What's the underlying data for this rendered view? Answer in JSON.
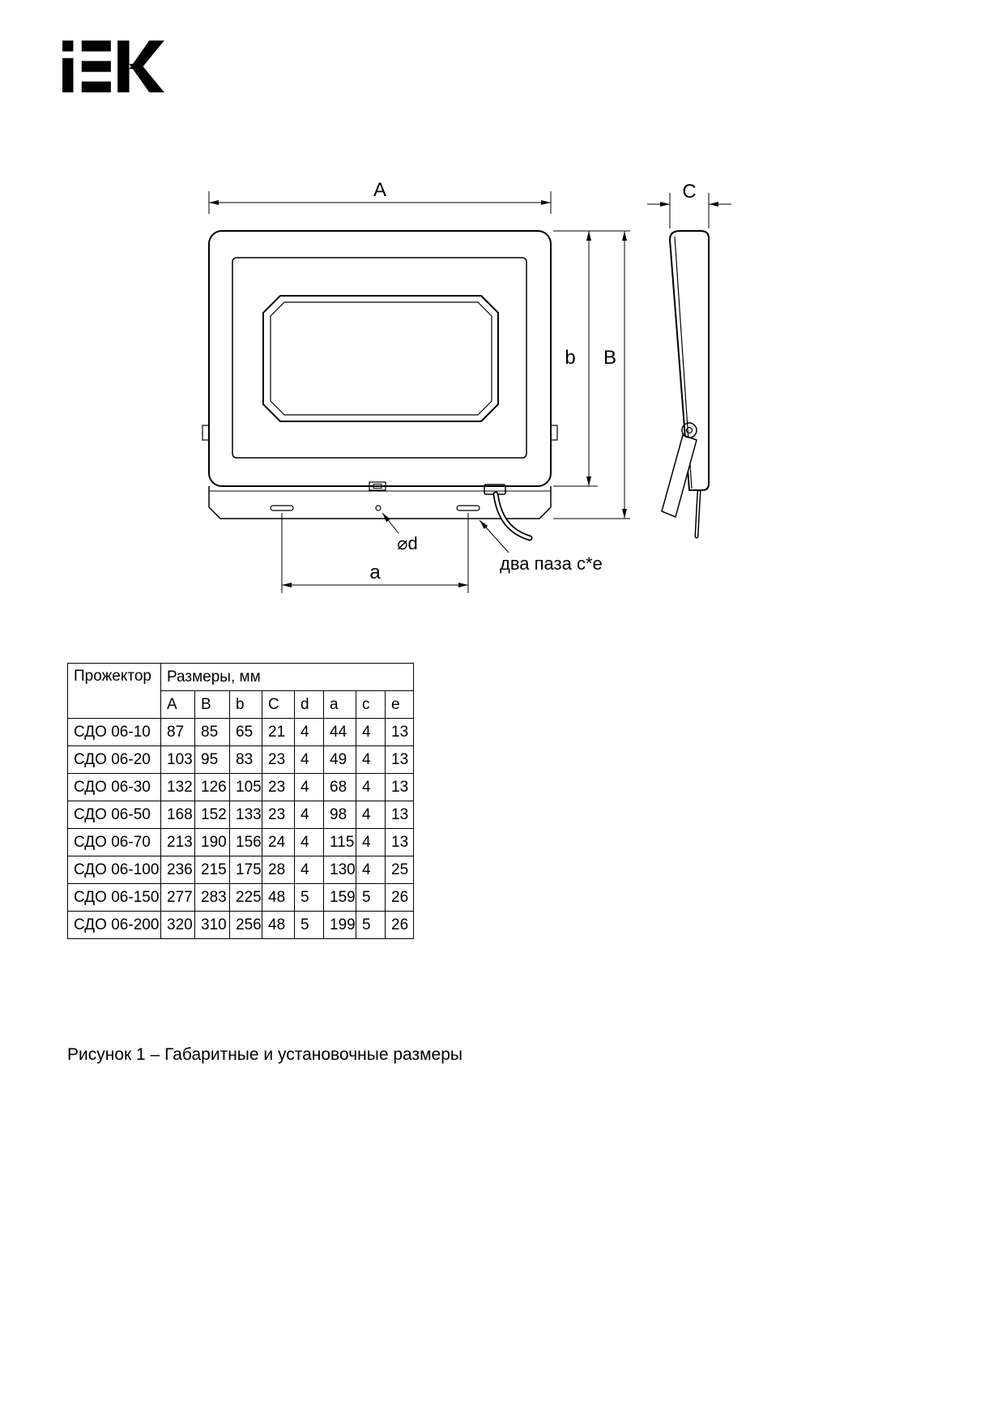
{
  "logo": {
    "text": "IEK"
  },
  "drawing": {
    "labels": {
      "A": "A",
      "C": "C",
      "b": "b",
      "B": "B",
      "a": "a",
      "diameter": "⌀d",
      "slots_note": "два паза c*e"
    }
  },
  "table": {
    "header_product": "Прожектор",
    "header_sizes": "Размеры, мм",
    "columns": [
      "A",
      "B",
      "b",
      "C",
      "d",
      "a",
      "c",
      "e"
    ],
    "rows": [
      {
        "name": "СДО 06-10",
        "values": [
          87,
          85,
          65,
          21,
          4,
          44,
          4,
          13
        ]
      },
      {
        "name": "СДО 06-20",
        "values": [
          103,
          95,
          83,
          23,
          4,
          49,
          4,
          13
        ]
      },
      {
        "name": "СДО 06-30",
        "values": [
          132,
          126,
          105,
          23,
          4,
          68,
          4,
          13
        ]
      },
      {
        "name": "СДО 06-50",
        "values": [
          168,
          152,
          133,
          23,
          4,
          98,
          4,
          13
        ]
      },
      {
        "name": "СДО 06-70",
        "values": [
          213,
          190,
          156,
          24,
          4,
          115,
          4,
          13
        ]
      },
      {
        "name": "СДО 06-100",
        "values": [
          236,
          215,
          175,
          28,
          4,
          130,
          4,
          25
        ]
      },
      {
        "name": "СДО 06-150",
        "values": [
          277,
          283,
          225,
          48,
          5,
          159,
          5,
          26
        ]
      },
      {
        "name": "СДО 06-200",
        "values": [
          320,
          310,
          256,
          48,
          5,
          199,
          5,
          26
        ]
      }
    ]
  },
  "caption": "Рисунок 1 – Габаритные и установочные размеры"
}
